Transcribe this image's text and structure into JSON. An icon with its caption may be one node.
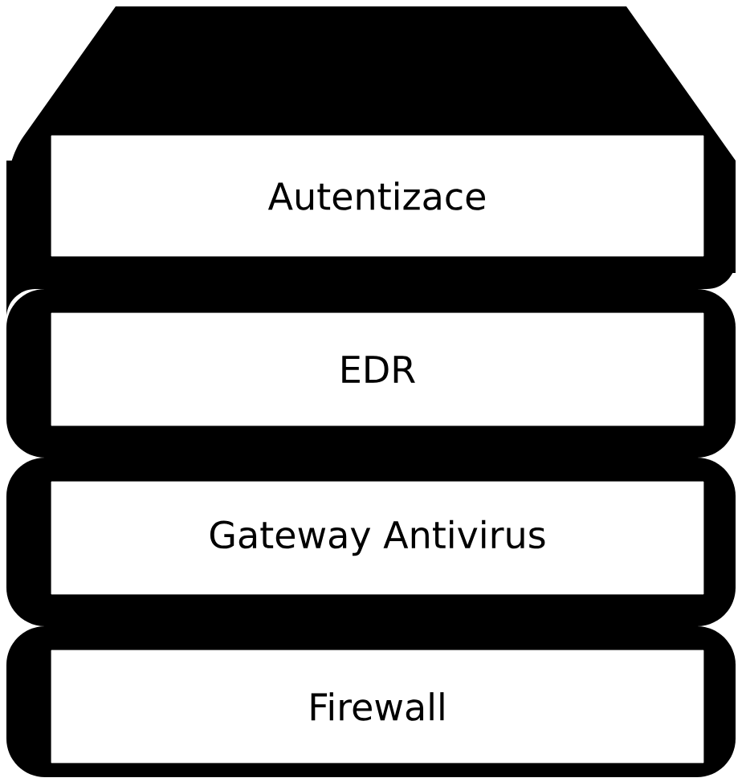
{
  "diagram": {
    "nodes": [
      {
        "text": [
          "Autentizace"
        ]
      },
      {
        "text": [
          "EDR"
        ]
      },
      {
        "text": [
          "Gateway Antivirus"
        ]
      },
      {
        "text": [
          "Firewall"
        ]
      }
    ]
  }
}
